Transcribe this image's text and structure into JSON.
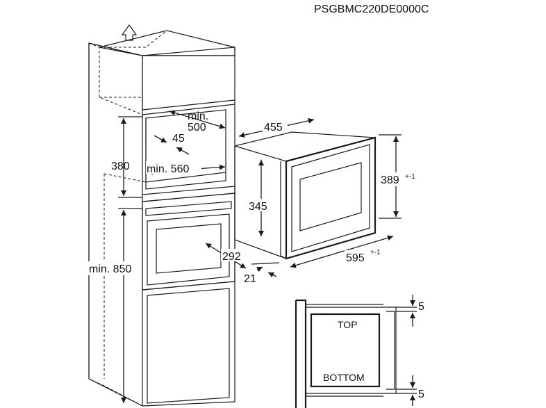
{
  "model_code": "PSGBMC220DE0000C",
  "cabinet": {
    "dim_min500_line1": "min.",
    "dim_min500_line2": "500",
    "dim_45": "45",
    "dim_380": "380",
    "dim_min560": "min. 560",
    "dim_292": "292",
    "dim_min850": "min. 850"
  },
  "appliance": {
    "dim_455": "455",
    "dim_389": "389",
    "dim_389_tol": "+-1",
    "dim_345": "345",
    "dim_595": "595",
    "dim_595_tol": "+-1",
    "dim_21": "21"
  },
  "detail": {
    "label_top": "TOP",
    "label_bottom": "BOTTOM",
    "gap_top": "5",
    "gap_bottom": "5"
  }
}
